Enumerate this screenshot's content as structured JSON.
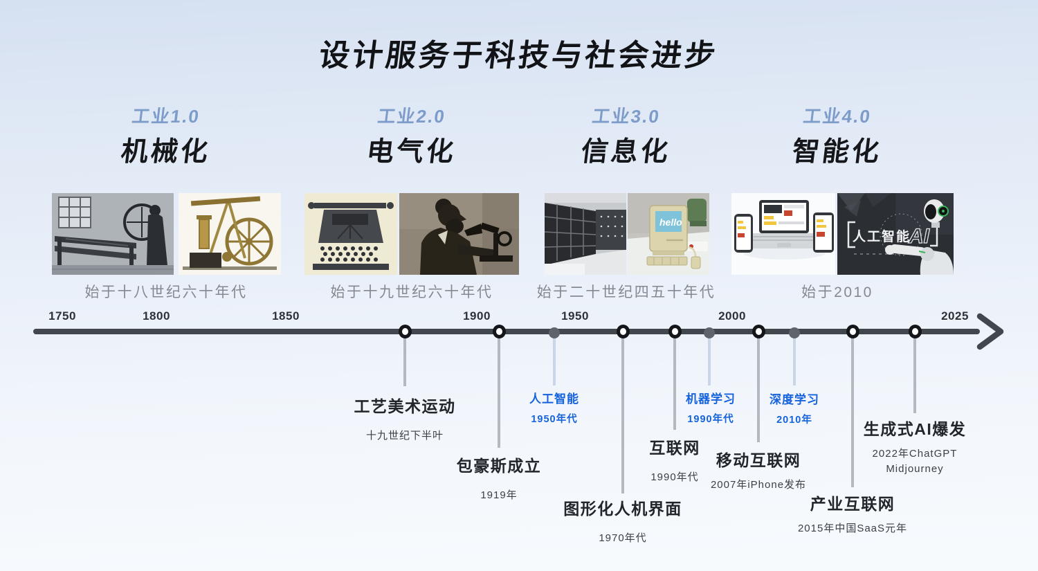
{
  "page": {
    "title": "设计服务于科技与社会进步"
  },
  "eras": [
    {
      "tag": "工业1.0",
      "name": "机械化",
      "caption": "始于十八世纪六十年代"
    },
    {
      "tag": "工业2.0",
      "name": "电气化",
      "caption": "始于十九世纪六十年代"
    },
    {
      "tag": "工业3.0",
      "name": "信息化",
      "caption": "始于二十世纪四五十年代"
    },
    {
      "tag": "工业4.0",
      "name": "智能化",
      "caption": "始于2010"
    }
  ],
  "timeline": {
    "years": [
      "1750",
      "1800",
      "1850",
      "1900",
      "1950",
      "2000",
      "2025"
    ],
    "events": [
      {
        "title": "工艺美术运动",
        "subtitle": "十九世纪下半叶",
        "marker": "open",
        "highlight": false
      },
      {
        "title": "包豪斯成立",
        "subtitle": "1919年",
        "marker": "open",
        "highlight": false
      },
      {
        "title": "人工智能",
        "subtitle": "1950年代",
        "marker": "filled",
        "highlight": true
      },
      {
        "title": "图形化人机界面",
        "subtitle": "1970年代",
        "marker": "open",
        "highlight": false
      },
      {
        "title": "互联网",
        "subtitle": "1990年代",
        "marker": "open",
        "highlight": false
      },
      {
        "title": "机器学习",
        "subtitle": "1990年代",
        "marker": "filled",
        "highlight": true
      },
      {
        "title": "移动互联网",
        "subtitle": "2007年iPhone发布",
        "marker": "open",
        "highlight": false
      },
      {
        "title": "深度学习",
        "subtitle": "2010年",
        "marker": "filled",
        "highlight": true
      },
      {
        "title": "产业互联网",
        "subtitle": "2015年中国SaaS元年",
        "marker": "open",
        "highlight": false
      },
      {
        "title": "生成式AI爆发",
        "subtitle": "2022年ChatGPT",
        "subtitle2": "Midjourney",
        "marker": "open",
        "highlight": false
      }
    ]
  },
  "images": {
    "ai": {
      "cn": "人工智能",
      "en": "AI"
    },
    "mac": {
      "screen_text": "hello"
    }
  },
  "colors": {
    "accent_blue": "#1563DC",
    "era_tag_blue": "#7D9CCA",
    "axis_dark": "#42474D",
    "background_top": "#D5E0F1"
  }
}
